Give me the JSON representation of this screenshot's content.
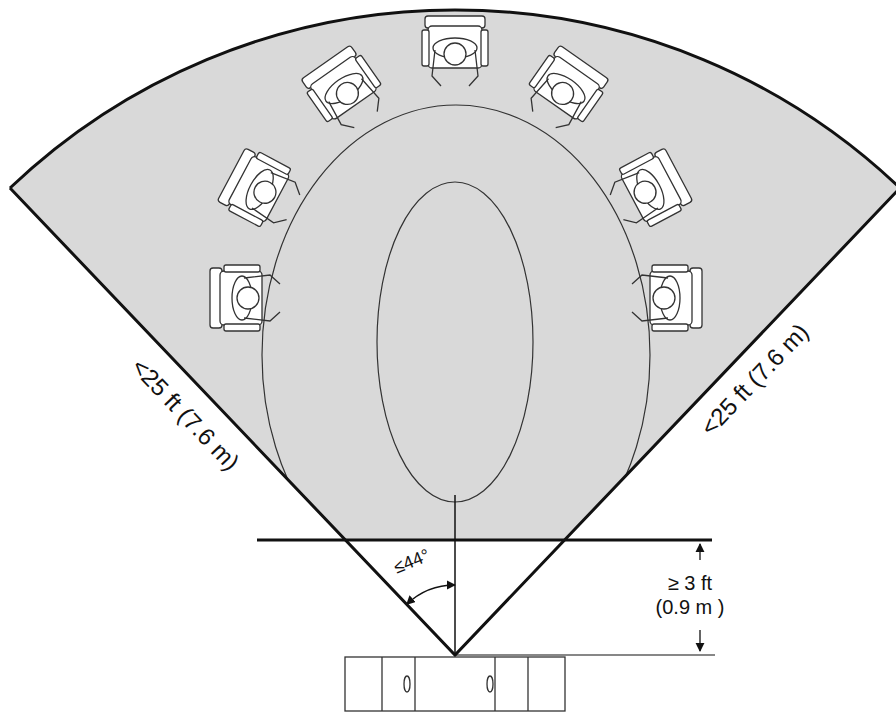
{
  "diagram": {
    "labels": [
      "<25 ft (7.6 m)",
      "<25 ft (7.6 m)",
      "≤44°",
      "≥ 3 ft (0.9 m )"
    ]
  }
}
